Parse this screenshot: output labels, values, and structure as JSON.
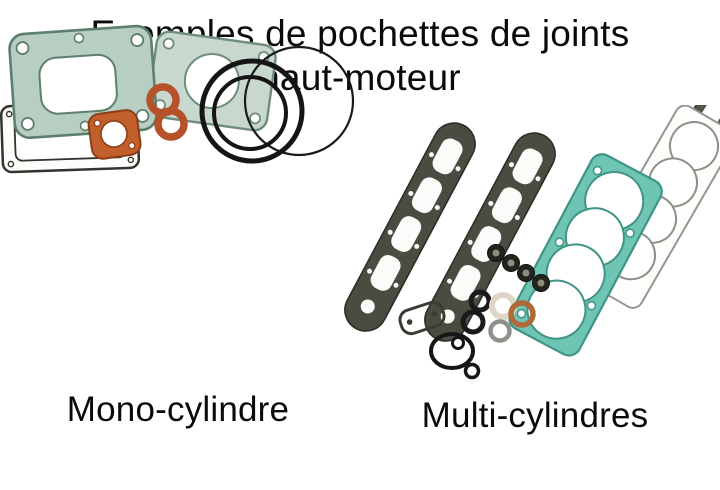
{
  "title": {
    "line1": "Exemples de pochettes de joints",
    "line2": "haut-moteur"
  },
  "captions": {
    "mono": "Mono-cylindre",
    "multi": "Multi-cylindres"
  },
  "colors": {
    "background": "#ffffff",
    "text": "#0a0a0a",
    "gasket_green": "#b7cfc2",
    "gasket_pale_green": "#c9d8ce",
    "gasket_teal": "#6fc5b3",
    "gasket_dark": "#4c4b41",
    "ring_copper": "#b5522a",
    "gasket_orange": "#c2602c",
    "ring_black": "#161616",
    "gasket_gray": "#96968f"
  }
}
